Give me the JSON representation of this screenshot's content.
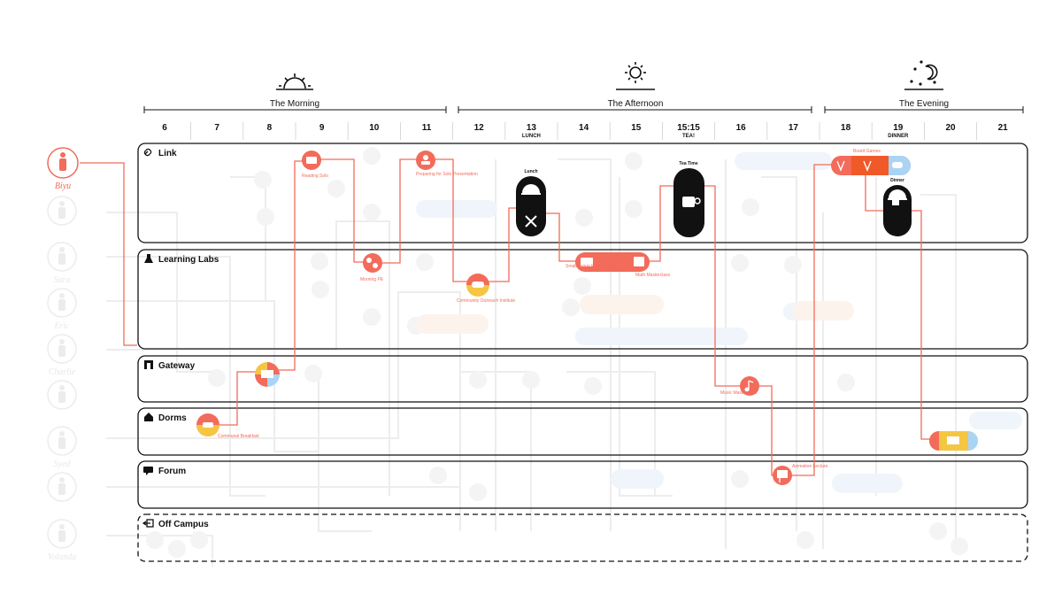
{
  "periods": [
    {
      "label": "The Morning",
      "icon": "sunrise-icon"
    },
    {
      "label": "The Afternoon",
      "icon": "sun-icon"
    },
    {
      "label": "The Evening",
      "icon": "moon-icon"
    }
  ],
  "hours": [
    {
      "label": "6",
      "sub": ""
    },
    {
      "label": "7",
      "sub": ""
    },
    {
      "label": "8",
      "sub": ""
    },
    {
      "label": "9",
      "sub": ""
    },
    {
      "label": "10",
      "sub": ""
    },
    {
      "label": "11",
      "sub": ""
    },
    {
      "label": "12",
      "sub": ""
    },
    {
      "label": "13",
      "sub": "LUNCH"
    },
    {
      "label": "14",
      "sub": ""
    },
    {
      "label": "15",
      "sub": ""
    },
    {
      "label": "15:15",
      "sub": "TEA!"
    },
    {
      "label": "16",
      "sub": ""
    },
    {
      "label": "17",
      "sub": ""
    },
    {
      "label": "18",
      "sub": ""
    },
    {
      "label": "19",
      "sub": "DINNER"
    },
    {
      "label": "20",
      "sub": ""
    },
    {
      "label": "21",
      "sub": ""
    }
  ],
  "zones": [
    {
      "label": "Link",
      "icon": "link-icon"
    },
    {
      "label": "Learning Labs",
      "icon": "flask-icon"
    },
    {
      "label": "Gateway",
      "icon": "gateway-arch-icon"
    },
    {
      "label": "Dorms",
      "icon": "house-icon"
    },
    {
      "label": "Forum",
      "icon": "chat-bubble-icon"
    },
    {
      "label": "Off Campus",
      "icon": "exit-icon"
    }
  ],
  "people": [
    {
      "name": "Biyu",
      "active": true
    },
    {
      "name": "",
      "active": false
    },
    {
      "name": "Sara",
      "active": false
    },
    {
      "name": "Eric",
      "active": false
    },
    {
      "name": "Charlie",
      "active": false
    },
    {
      "name": "",
      "active": false
    },
    {
      "name": "Syed",
      "active": false
    },
    {
      "name": "",
      "active": false
    },
    {
      "name": "Yolanda",
      "active": false
    }
  ],
  "activities": {
    "communal_breakfast": "Communal Breakfast",
    "reading_solo": "Reading Solo",
    "morning_pe": "Morning PE",
    "preparing_solo": "Preparing for Solo Presentation",
    "community_outreach": "Community Outreach Institute",
    "small_group": "Small Group Presentation",
    "math_masterclass": "Math Masterclass",
    "music_masterclass": "Music Masterclass",
    "animation_lecture": "Animation Lecture",
    "board_games": "Board Games"
  },
  "meals": {
    "lunch": "Lunch",
    "tea": "Tea Time",
    "dinner": "Dinner"
  },
  "colors": {
    "accent": "#f26b5b",
    "orange": "#f05a28",
    "yellow": "#f5c642",
    "blue": "#a9d4f5",
    "black": "#111111",
    "faded": "#eaeaea"
  }
}
